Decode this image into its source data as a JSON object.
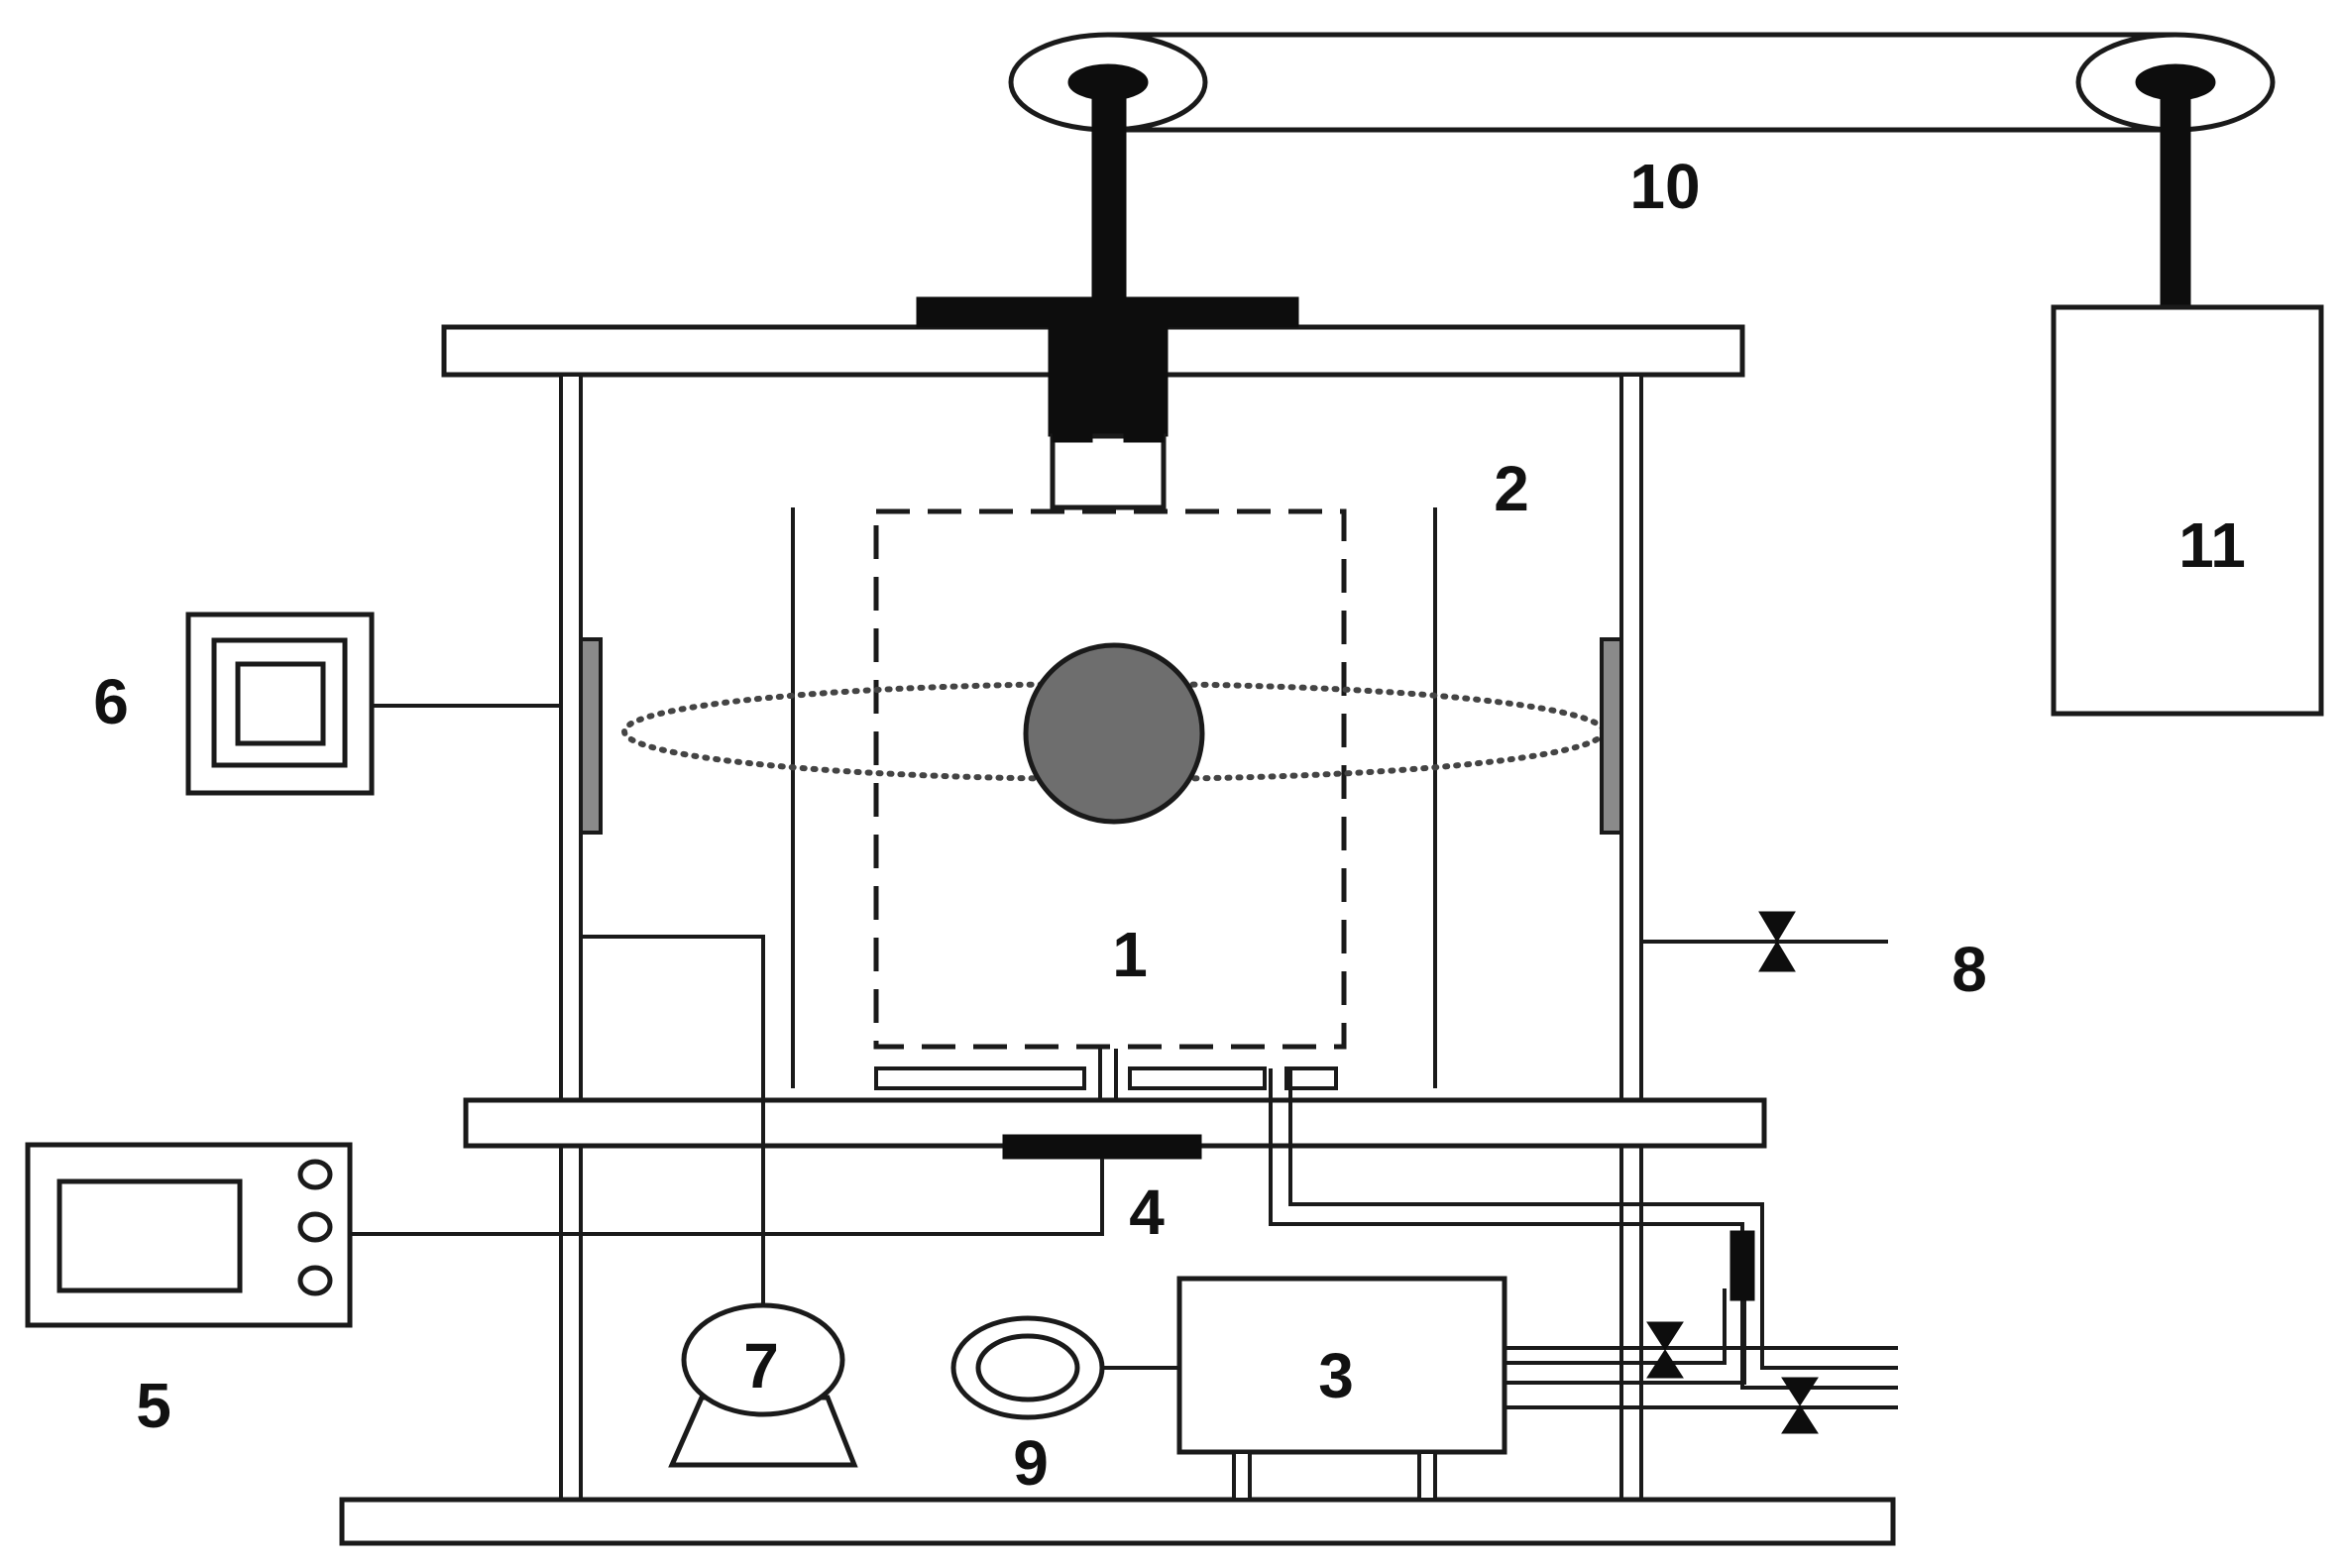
{
  "labels": {
    "l1": "1",
    "l2": "2",
    "l3": "3",
    "l4": "4",
    "l5": "5",
    "l6": "6",
    "l7": "7",
    "l8": "8",
    "l9": "9",
    "l10": "10",
    "l11": "11"
  },
  "colors": {
    "line": "#1a1a1a",
    "solid": "#0d0d0d",
    "sample_fill": "#6e6e6e",
    "background": "#ffffff"
  }
}
